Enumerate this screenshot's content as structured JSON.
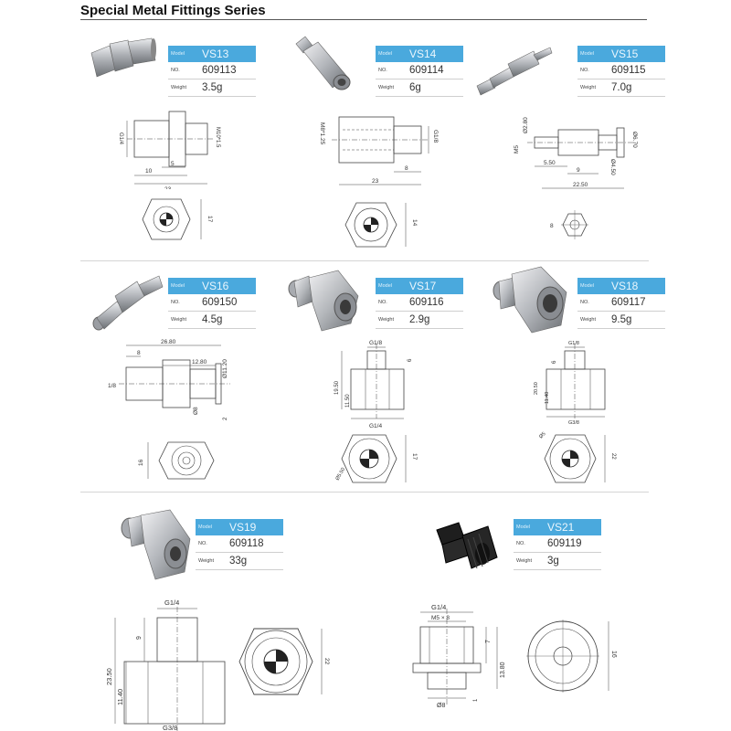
{
  "title": "Special Metal Fittings Series",
  "labels": {
    "model": "Model",
    "no": "NO.",
    "weight": "Weight"
  },
  "products": [
    {
      "model": "VS13",
      "no": "609113",
      "weight": "3.5g",
      "dims": [
        "G1/4",
        "M10*1.5",
        "10",
        "5",
        "23",
        "17"
      ]
    },
    {
      "model": "VS14",
      "no": "609114",
      "weight": "6g",
      "dims": [
        "M8*1.25",
        "G1/8",
        "8",
        "23",
        "14"
      ]
    },
    {
      "model": "VS15",
      "no": "609115",
      "weight": "7.0g",
      "dims": [
        "Ø2.80",
        "M5",
        "Ø6.70",
        "5.50",
        "9",
        "Ø4.50",
        "22.50",
        "8"
      ]
    },
    {
      "model": "VS16",
      "no": "609150",
      "weight": "4.5g",
      "dims": [
        "26.80",
        "8",
        "12.80",
        "1/8",
        "Ø11.20",
        "Ø8",
        "2",
        "16"
      ]
    },
    {
      "model": "VS17",
      "no": "609116",
      "weight": "2.9g",
      "dims": [
        "G1/8",
        "6",
        "19.50",
        "11.50",
        "G1/4",
        "17",
        "Ø5.50"
      ]
    },
    {
      "model": "VS18",
      "no": "609117",
      "weight": "9.5g",
      "dims": [
        "G1/8",
        "6",
        "20.50",
        "11.40",
        "G3/8",
        "22",
        "Ø5"
      ]
    },
    {
      "model": "VS19",
      "no": "609118",
      "weight": "33g",
      "dims": [
        "G1/4",
        "9",
        "23.50",
        "11.40",
        "G3/8",
        "22"
      ]
    },
    {
      "model": "VS21",
      "no": "609119",
      "weight": "3g",
      "dims": [
        "G1/4",
        "M5 × 8",
        "7",
        "13.80",
        "Ø8",
        "1",
        "16"
      ]
    }
  ],
  "colors": {
    "model_band": "#4aa9dd",
    "metal": "#b9bcc0",
    "black_part": "#1e1e1e"
  }
}
